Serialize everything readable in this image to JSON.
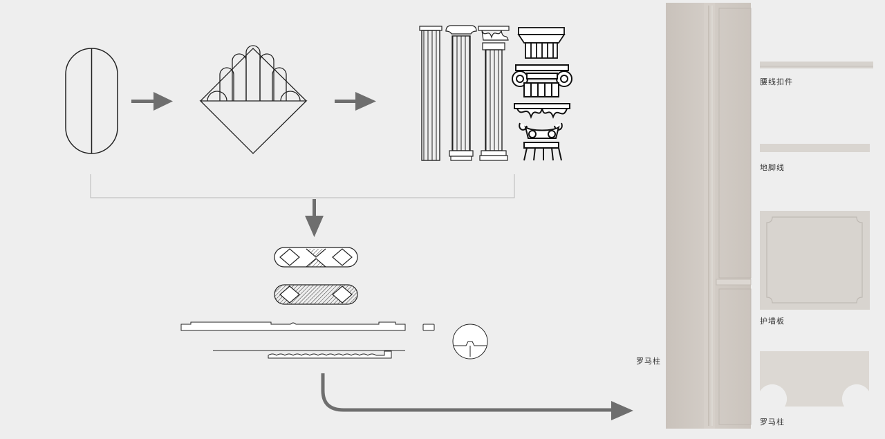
{
  "colors": {
    "background": "#eeeeee",
    "line": "#222222",
    "arrow": "#6e6e6e",
    "panel": "#cdc7c1",
    "trim": "#d9d5d0"
  },
  "labels": {
    "left_column": "罗马柱",
    "waist_line": "腰线扣件",
    "skirting": "地脚线",
    "wall_panel": "护墙板",
    "roman_column": "罗马柱"
  },
  "icons": [
    "semicircle-pair-shape",
    "fan-triangle-shape",
    "roman-column-set",
    "capital-icon",
    "flow-arrow"
  ]
}
